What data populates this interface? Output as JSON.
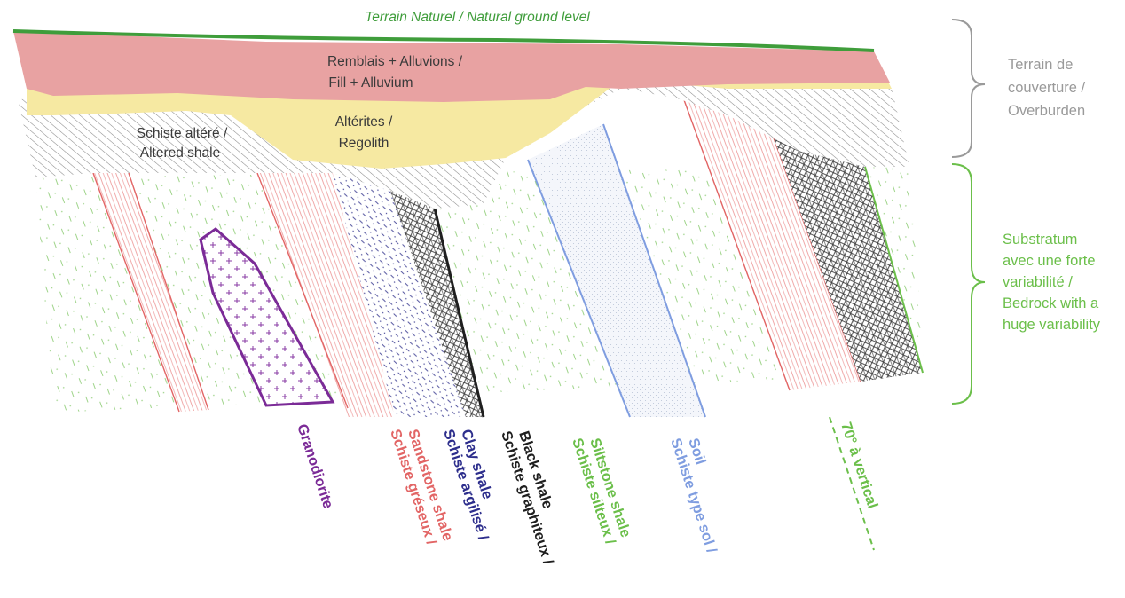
{
  "colors": {
    "ground_line": "#3f9d3b",
    "fill_alluvium": "#e8a2a2",
    "regolith": "#f6e9a2",
    "altered_shale_hatch": "#8a8a8a",
    "green_label": "#6bbf4a",
    "grey_label": "#9a9a9a",
    "granodiorite": "#7b2b97",
    "sandstone_shale": "#e26565",
    "clay_shale": "#2d2e8c",
    "black_shale": "#1f1f1f",
    "siltstone_shale": "#6bbf4a",
    "soil_shale": "#7f9de0"
  },
  "ground_label": "Terrain Naturel / Natural ground level",
  "layers": {
    "fill_alluvium": [
      "Remblais + Alluvions /",
      "Fill + Alluvium"
    ],
    "regolith": [
      "Altérites /",
      "Regolith"
    ],
    "altered_shale": [
      "Schiste altéré /",
      "Altered shale"
    ]
  },
  "brackets": {
    "overburden": [
      "Terrain de",
      "couverture /",
      "Overburden"
    ],
    "bedrock": [
      "Substratum",
      "avec une forte",
      "variabilité /",
      "Bedrock with a",
      "huge variability"
    ]
  },
  "rock_labels": [
    {
      "name": "granodiorite",
      "lines": [
        "Granodiorite"
      ],
      "color_key": "granodiorite"
    },
    {
      "name": "sandstone-shale",
      "lines": [
        "Schiste gréseux /",
        "Sandstone shale"
      ],
      "color_key": "sandstone_shale"
    },
    {
      "name": "clay-shale",
      "lines": [
        "Schiste argilisé /",
        "Clay shale"
      ],
      "color_key": "clay_shale"
    },
    {
      "name": "black-shale",
      "lines": [
        "Schiste graphiteux /",
        "Black shale"
      ],
      "color_key": "black_shale"
    },
    {
      "name": "siltstone-shale",
      "lines": [
        "Schiste silteux /",
        "Siltstone shale"
      ],
      "color_key": "siltstone_shale"
    },
    {
      "name": "soil-shale",
      "lines": [
        "Schiste type sol /",
        "Soil"
      ],
      "color_key": "soil_shale"
    }
  ],
  "dip_label": "70° à vertical"
}
